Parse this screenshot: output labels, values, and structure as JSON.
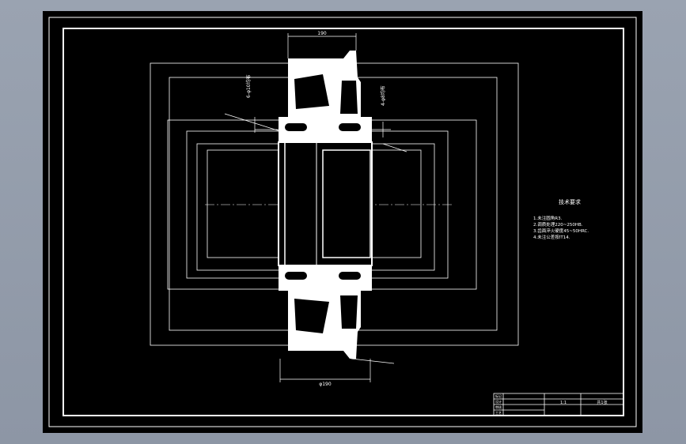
{
  "drawing": {
    "background": "#000000",
    "line_color": "#ffffff",
    "dim_color": "#ffffff",
    "tech_title": "技术要求",
    "tech_lines": [
      "1.未注圆角R3.",
      "2.调质处理220~250HB.",
      "3.齿面淬火硬度45~50HRC.",
      "4.未注公差按IT14."
    ],
    "dim_top": "190",
    "dim_bottom": "φ190",
    "left_note": "6-φ10均布",
    "right_note": "4-φ8均布",
    "title_block": {
      "scale": "1:1",
      "sheet": "共1张",
      "cells": [
        "标记",
        "设计",
        "审核",
        "工艺"
      ]
    }
  }
}
